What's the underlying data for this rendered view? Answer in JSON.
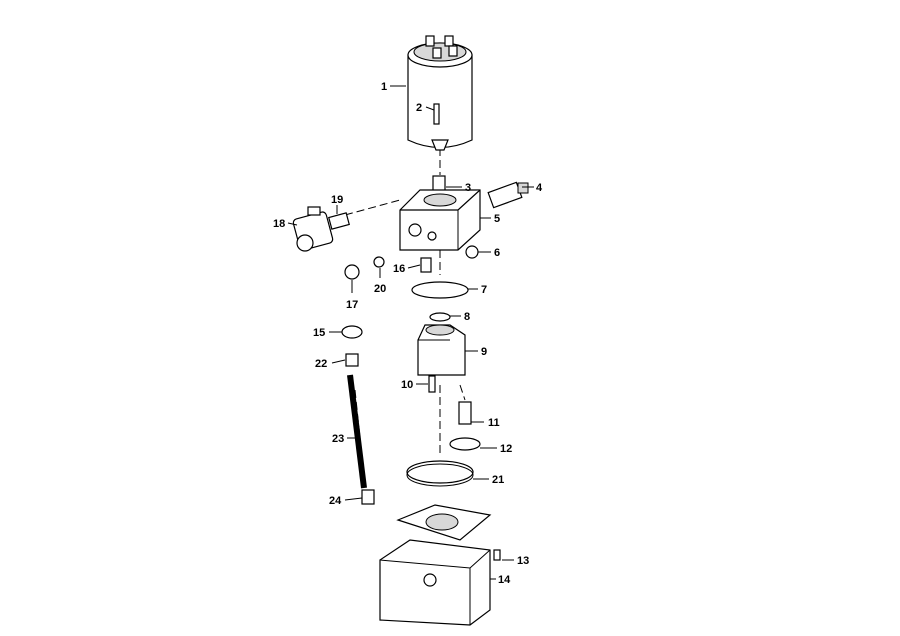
{
  "title": "Hydraulic power unit exploded parts diagram",
  "callouts": [
    {
      "id": "1",
      "label": "1"
    },
    {
      "id": "2",
      "label": "2"
    },
    {
      "id": "3",
      "label": "3"
    },
    {
      "id": "4",
      "label": "4"
    },
    {
      "id": "5",
      "label": "5"
    },
    {
      "id": "6",
      "label": "6"
    },
    {
      "id": "7",
      "label": "7"
    },
    {
      "id": "8",
      "label": "8"
    },
    {
      "id": "9",
      "label": "9"
    },
    {
      "id": "10",
      "label": "10"
    },
    {
      "id": "11",
      "label": "11"
    },
    {
      "id": "12",
      "label": "12"
    },
    {
      "id": "13",
      "label": "13"
    },
    {
      "id": "14",
      "label": "14"
    },
    {
      "id": "15",
      "label": "15"
    },
    {
      "id": "16",
      "label": "16"
    },
    {
      "id": "17",
      "label": "17"
    },
    {
      "id": "18",
      "label": "18"
    },
    {
      "id": "19",
      "label": "19"
    },
    {
      "id": "20",
      "label": "20"
    },
    {
      "id": "21",
      "label": "21"
    },
    {
      "id": "22",
      "label": "22"
    },
    {
      "id": "23",
      "label": "23"
    },
    {
      "id": "24",
      "label": "24"
    }
  ]
}
